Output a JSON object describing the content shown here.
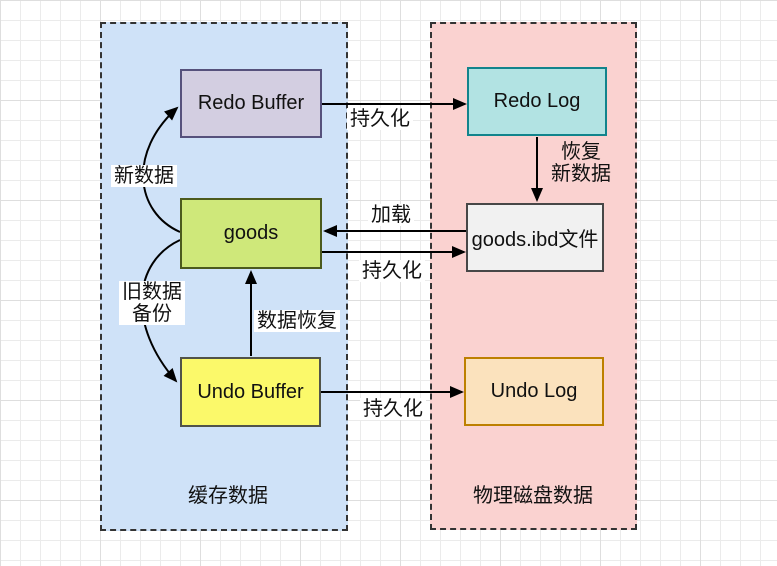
{
  "diagram": {
    "containers": {
      "cache": {
        "label": "缓存数据",
        "fill": "#cfe2f8"
      },
      "disk": {
        "label": "物理磁盘数据",
        "fill": "#fad2d0"
      }
    },
    "nodes": {
      "redo_buffer": {
        "label": "Redo Buffer",
        "fill": "#d3cee1",
        "stroke": "#56517c"
      },
      "redo_log": {
        "label": "Redo Log",
        "fill": "#b2e3e3",
        "stroke": "#11848c"
      },
      "goods": {
        "label": "goods",
        "fill": "#cfe87a",
        "stroke": "#4c5a1d"
      },
      "goods_ibd": {
        "label": "goods.ibd文件",
        "fill": "#f1f1f1",
        "stroke": "#474747"
      },
      "undo_buffer": {
        "label": "Undo Buffer",
        "fill": "#fbf96a",
        "stroke": "#515349"
      },
      "undo_log": {
        "label": "Undo Log",
        "fill": "#fbe2bd",
        "stroke": "#bd8000"
      }
    },
    "edges": {
      "new_data": {
        "label": "新数据"
      },
      "old_data": {
        "label_line1": "旧数据",
        "label_line2": "备份"
      },
      "data_recovery": {
        "label": "数据恢复"
      },
      "persist_redo": {
        "label": "持久化"
      },
      "recover_new": {
        "label_line1": "恢复",
        "label_line2": "新数据"
      },
      "load": {
        "label": "加载"
      },
      "persist_goods": {
        "label": "持久化"
      },
      "persist_undo": {
        "label": "持久化"
      }
    },
    "colors": {
      "arrow": "#000000",
      "dashed_border": "#333333",
      "grid_minor": "#ebebeb",
      "grid_major": "#dedede"
    }
  }
}
